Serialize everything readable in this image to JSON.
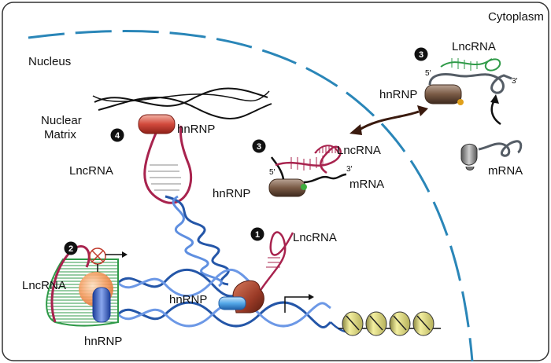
{
  "labels": {
    "cytoplasm": "Cytoplasm",
    "nucleus": "Nucleus",
    "nuclear_matrix_line1": "Nuclear",
    "nuclear_matrix_line2": "Matrix",
    "hnrnp": "hnRNP",
    "lncrna": "LncRNA",
    "mrna": "mRNA",
    "five_prime": "5′",
    "three_prime": "3′"
  },
  "badges": {
    "one": "1",
    "two": "2",
    "three": "3",
    "four": "4"
  },
  "colors": {
    "membrane": "#2a86b8",
    "dna": "#2456a8",
    "lncrna_red": "#a8234e",
    "lncrna_green": "#2f9a48",
    "hnrnp_brown": "#6b4a36",
    "hnrnp_red": "#d0473a",
    "hnrnp_blue": "#3a8fd8",
    "nucleosome": "#e9e48a",
    "badge": "#111111"
  },
  "icons": {
    "inhibition": "crossed-circle-icon",
    "transcription_start": "bent-arrow-icon",
    "transport": "double-headed-arrow-icon"
  }
}
